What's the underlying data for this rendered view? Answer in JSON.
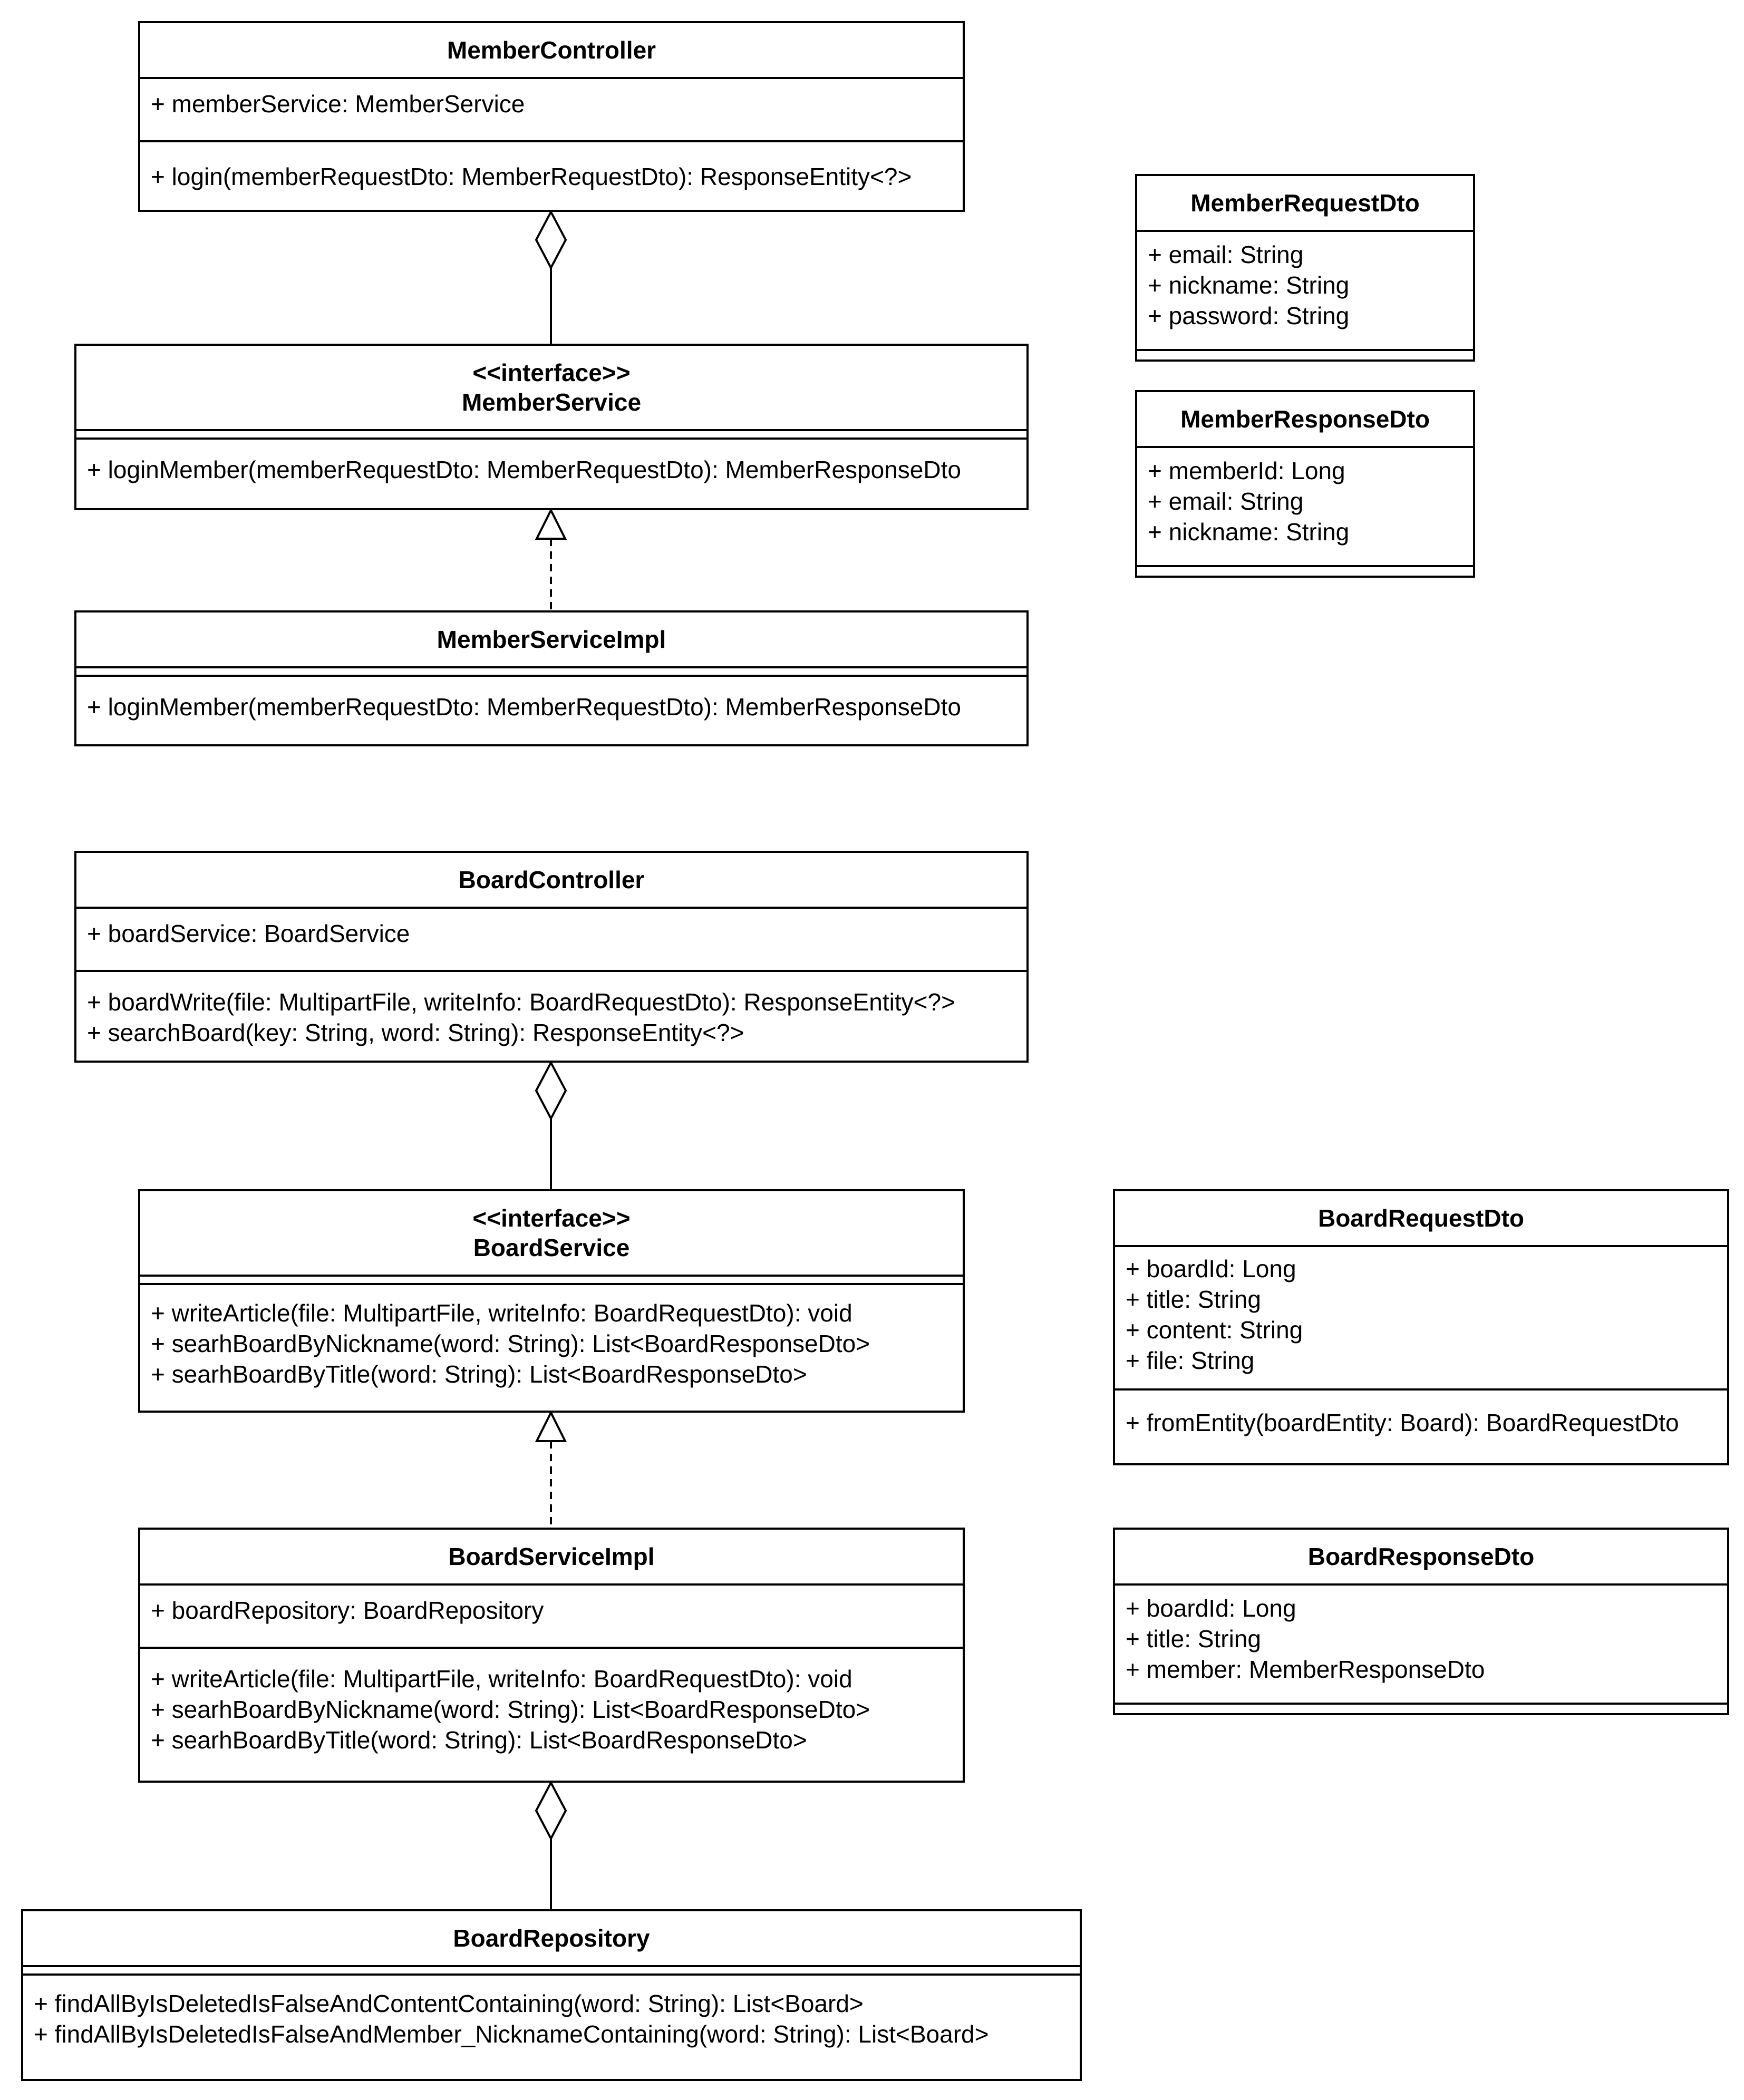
{
  "diagram": {
    "classes": {
      "member_controller": {
        "stereotype": "",
        "name": "MemberController",
        "attributes": [
          "+ memberService: MemberService"
        ],
        "methods": [
          "+ login(memberRequestDto: MemberRequestDto): ResponseEntity<?>"
        ]
      },
      "member_service": {
        "stereotype": "<<interface>>",
        "name": "MemberService",
        "attributes": [],
        "methods": [
          "+ loginMember(memberRequestDto: MemberRequestDto): MemberResponseDto"
        ]
      },
      "member_service_impl": {
        "stereotype": "",
        "name": "MemberServiceImpl",
        "attributes": [],
        "methods": [
          "+ loginMember(memberRequestDto: MemberRequestDto): MemberResponseDto"
        ]
      },
      "member_request_dto": {
        "stereotype": "",
        "name": "MemberRequestDto",
        "attributes": [
          "+ email: String",
          "+ nickname: String",
          "+ password: String"
        ],
        "methods": []
      },
      "member_response_dto": {
        "stereotype": "",
        "name": "MemberResponseDto",
        "attributes": [
          "+ memberId: Long",
          "+ email: String",
          "+ nickname: String"
        ],
        "methods": []
      },
      "board_controller": {
        "stereotype": "",
        "name": "BoardController",
        "attributes": [
          "+ boardService: BoardService"
        ],
        "methods": [
          "+ boardWrite(file: MultipartFile, writeInfo: BoardRequestDto): ResponseEntity<?>",
          "+ searchBoard(key: String, word: String): ResponseEntity<?>"
        ]
      },
      "board_service": {
        "stereotype": "<<interface>>",
        "name": "BoardService",
        "attributes": [],
        "methods": [
          "+ writeArticle(file: MultipartFile, writeInfo: BoardRequestDto): void",
          "+ searhBoardByNickname(word: String): List<BoardResponseDto>",
          "+ searhBoardByTitle(word: String): List<BoardResponseDto>"
        ]
      },
      "board_service_impl": {
        "stereotype": "",
        "name": "BoardServiceImpl",
        "attributes": [
          "+ boardRepository: BoardRepository"
        ],
        "methods": [
          "+ writeArticle(file: MultipartFile, writeInfo: BoardRequestDto): void",
          "+ searhBoardByNickname(word: String): List<BoardResponseDto>",
          "+ searhBoardByTitle(word: String): List<BoardResponseDto>"
        ]
      },
      "board_repository": {
        "stereotype": "",
        "name": "BoardRepository",
        "attributes": [],
        "methods": [
          "+ findAllByIsDeletedIsFalseAndContentContaining(word: String): List<Board>",
          "+ findAllByIsDeletedIsFalseAndMember_NicknameContaining(word: String): List<Board>"
        ]
      },
      "board_request_dto": {
        "stereotype": "",
        "name": "BoardRequestDto",
        "attributes": [
          "+ boardId: Long",
          "+ title: String",
          "+ content: String",
          "+ file: String"
        ],
        "methods": [
          "+ fromEntity(boardEntity: Board): BoardRequestDto"
        ]
      },
      "board_response_dto": {
        "stereotype": "",
        "name": "BoardResponseDto",
        "attributes": [
          "+ boardId: Long",
          "+ title: String",
          "+ member: MemberResponseDto"
        ],
        "methods": []
      }
    },
    "relations": [
      {
        "type": "aggregation",
        "whole": "member_controller",
        "part": "member_service"
      },
      {
        "type": "realization",
        "interface": "member_service",
        "implementation": "member_service_impl"
      },
      {
        "type": "aggregation",
        "whole": "board_controller",
        "part": "board_service"
      },
      {
        "type": "realization",
        "interface": "board_service",
        "implementation": "board_service_impl"
      },
      {
        "type": "aggregation",
        "whole": "board_service_impl",
        "part": "board_repository"
      }
    ]
  }
}
